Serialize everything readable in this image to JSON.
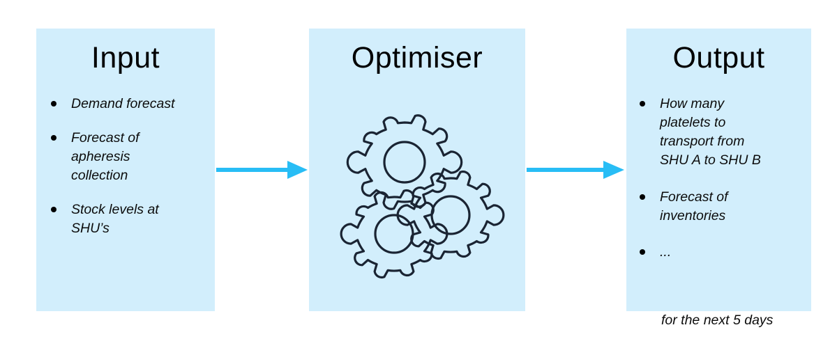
{
  "diagram": {
    "background_color": "#ffffff",
    "panel_color": "#d2eefc",
    "arrow_color": "#28bdf5",
    "text_color": "#0c0c0c",
    "gear_stroke_color": "#1a2433"
  },
  "panels": {
    "input": {
      "title": "Input",
      "bullets": [
        "Demand forecast",
        "Forecast of apheresis collection",
        "Stock levels at SHU’s"
      ]
    },
    "optimiser": {
      "title": "Optimiser",
      "icon": "gears-icon",
      "gear_count": 3
    },
    "output": {
      "title": "Output",
      "bullets": [
        "How many platelets to transport from SHU A to SHU B",
        "Forecast of inventories",
        "..."
      ],
      "footnote": "for the next 5 days"
    }
  },
  "arrows": [
    {
      "name": "input-to-optimiser",
      "direction": "right"
    },
    {
      "name": "optimiser-to-output",
      "direction": "right"
    }
  ]
}
